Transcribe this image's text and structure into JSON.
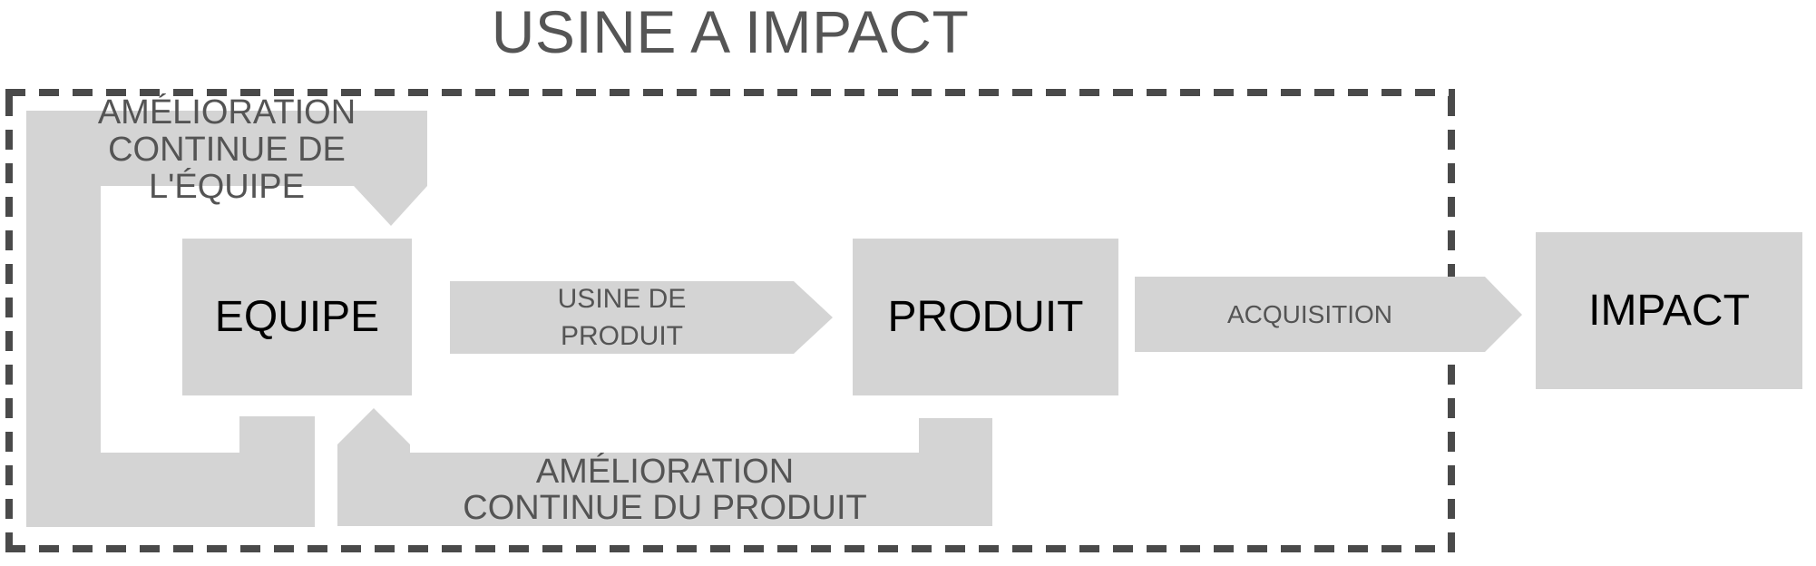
{
  "title": "USINE A IMPACT",
  "boxes": {
    "team": {
      "label": "EQUIPE"
    },
    "product": {
      "label": "PRODUIT"
    },
    "impact": {
      "label": "IMPACT"
    }
  },
  "loops": {
    "team_improvement": {
      "line1": "AMÉLIORATION",
      "line2": "CONTINUE DE L'ÉQUIPE"
    },
    "product_improvement": {
      "line1": "AMÉLIORATION",
      "line2": "CONTINUE DU PRODUIT"
    }
  },
  "arrows": {
    "product_factory": {
      "line1": "USINE DE",
      "line2": "PRODUIT"
    },
    "acquisition": {
      "label": "ACQUISITION"
    }
  },
  "colors": {
    "shape_fill": "#d4d4d4",
    "label_gray": "#545454",
    "title_gray": "#555555",
    "box_text": "#000000",
    "boundary_dash": "#4a4a4a"
  }
}
